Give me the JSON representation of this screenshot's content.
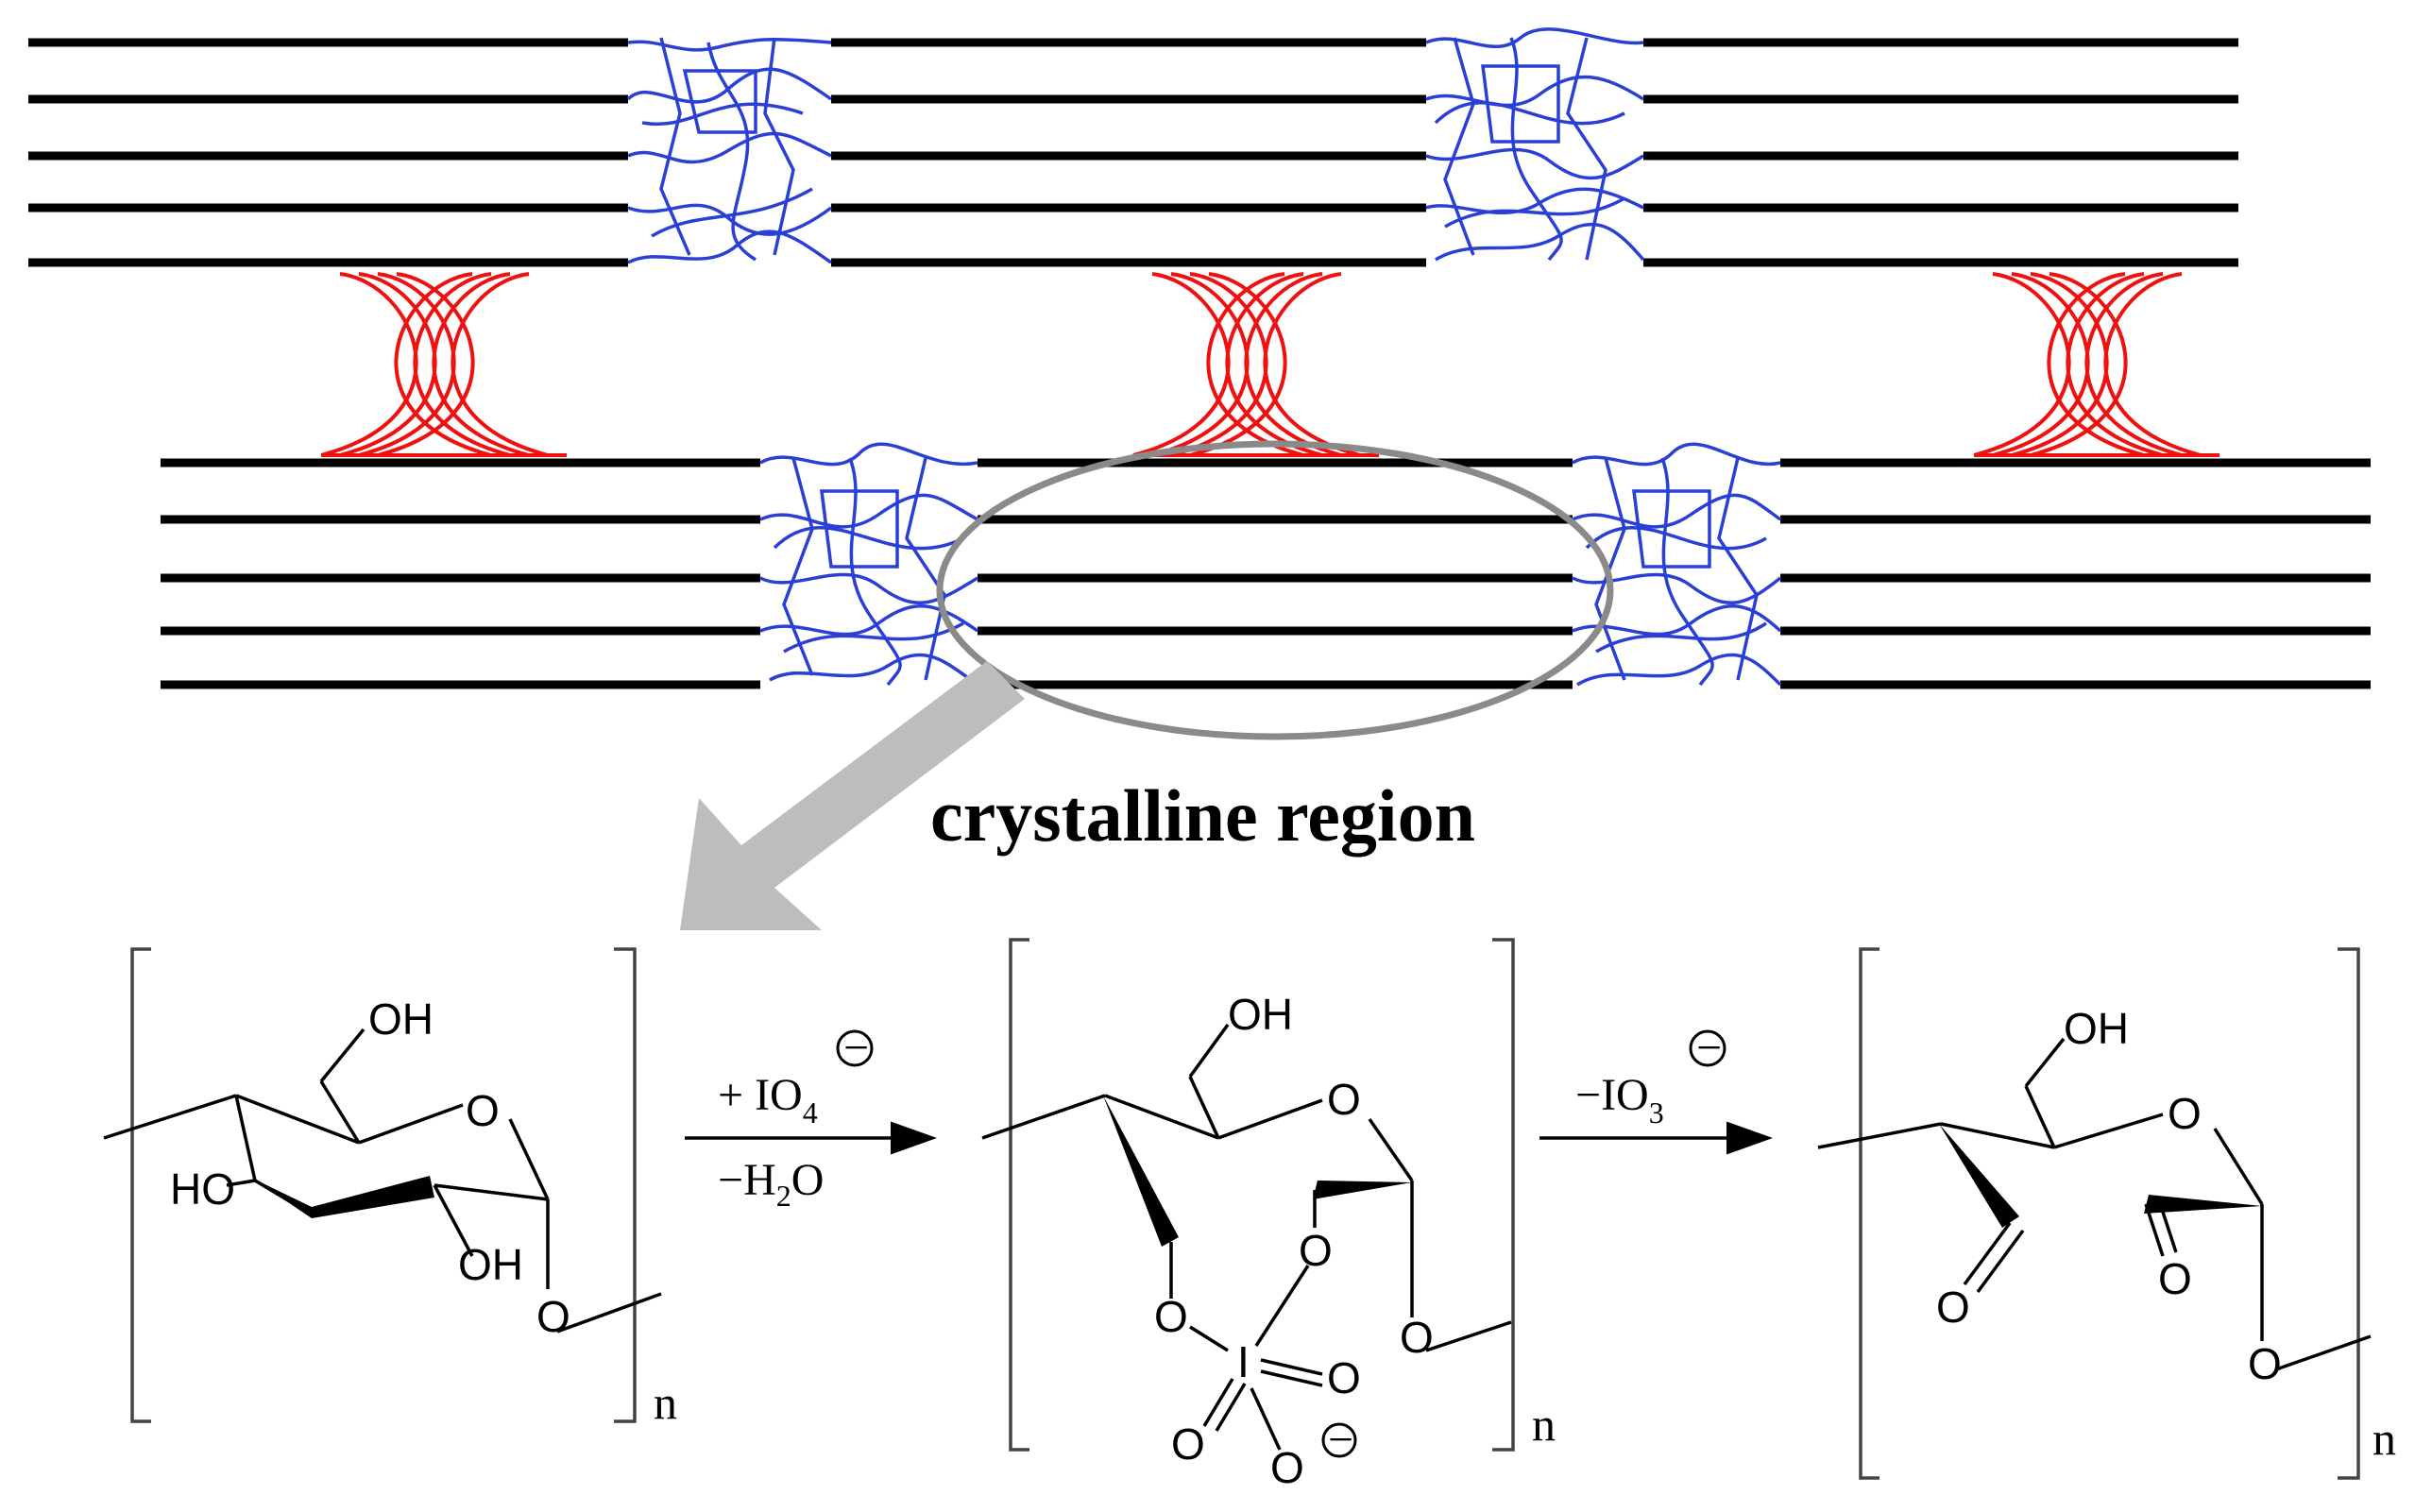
{
  "caption": "crystalline region",
  "colors": {
    "crystalline_fibril": "#000000",
    "amorphous_region": "#2a3fd6",
    "crosslink": "#ef1010",
    "highlight_ellipse": "#8a8a8a",
    "zoom_arrow": "#bdbdbd"
  },
  "reaction": {
    "step1_reagent_top": "+ IO",
    "step1_reagent_top_sub": "4",
    "step1_reagent_bottom": "−H",
    "step1_reagent_bottom_sub": "2",
    "step1_reagent_bottom_tail": "O",
    "step2_reagent": "−IO",
    "step2_reagent_sub": "3",
    "charge": "−",
    "repeat_label": "n"
  },
  "atoms": {
    "oh": "OH",
    "ho": "HO",
    "o": "O",
    "i": "I"
  }
}
